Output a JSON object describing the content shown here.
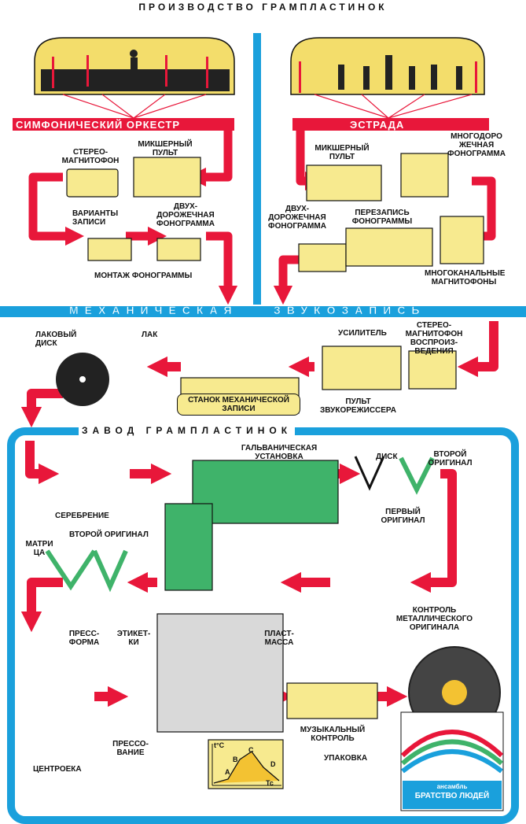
{
  "title": "ПРОИЗВОДСТВО ГРАМПЛАСТИНОК",
  "sections": {
    "symphonic": "СИМФОНИЧЕСКИЙ ОРКЕСТР",
    "estrada": "ЭСТРАДА",
    "mechanical_left": "МЕХАНИЧЕСКАЯ",
    "mechanical_right": "ЗВУКОЗАПИСЬ",
    "factory": "ЗАВОД ГРАМПЛАСТИНОК"
  },
  "labels": {
    "stereo_magnitofon": "СТЕРЕО-\nМАГНИТОФОН",
    "mixer_left": "МИКШЕРНЫЙ\nПУЛЬТ",
    "varianty": "ВАРИАНТЫ\nЗАПИСИ",
    "dvuh_left": "ДВУХ-\nДОРОЖЕЧНАЯ\nФОНОГРАММА",
    "montazh": "МОНТАЖ  ФОНОГРАММЫ",
    "mixer_right": "МИКШЕРНЫЙ\nПУЛЬТ",
    "mnogodor": "МНОГОДОРО\nЖЕЧНАЯ\nФОНОГРАММА",
    "dvuh_right": "ДВУХ-\nДОРОЖЕЧНАЯ\nФОНОГРАММА",
    "perezapis": "ПЕРЕЗАПИСЬ\nФОНОГРАММЫ",
    "mnogokanal": "МНОГОКАНАЛЬНЫЕ\nМАГНИТОФОНЫ",
    "lakovy_disk": "ЛАКОВЫЙ\nДИСК",
    "lak": "ЛАК",
    "usilitel": "УСИЛИТЕЛЬ",
    "stereo_vosproizv": "СТЕРЕО-\nМАГНИТОФОН\nВОСПРОИЗ-\nВЕДЕНИЯ",
    "stanok": "СТАНОК МЕХАНИЧЕСКОЙ\nЗАПИСИ",
    "pult_zvukorezh": "ПУЛЬТ\nЗВУКОРЕЖИССЕРА",
    "serebrenie": "СЕРЕБРЕНИЕ",
    "galvan": "ГАЛЬВАНИЧЕСКАЯ\nУСТАНОВКА",
    "disk": "ДИСК",
    "vtoroi_orig_top": "ВТОРОЙ\nОРИГИНАЛ",
    "pervy_orig": "ПЕРВЫЙ\nОРИГИНАЛ",
    "matrica": "МАТРИ\nЦА",
    "vtoroi_orig_mid": "ВТОРОЙ ОРИГИНАЛ",
    "kontrol_metal": "КОНТРОЛЬ\nМЕТАЛЛИЧЕСКОГО\nОРИГИНАЛА",
    "pressforma": "ПРЕСС-\nФОРМА",
    "etiketki": "ЭТИКЕТ-\nКИ",
    "plastmassa": "ПЛАСТ-\nМАССА",
    "centroeka": "ЦЕНТРОЕКА",
    "pressovanie": "ПРЕССО-\nВАНИЕ",
    "muz_kontrol": "МУЗЫКАЛЬНЫЙ\nКОНТРОЛЬ",
    "upakovka": "УПАКОВКА",
    "graph_tc_y": "t°C",
    "graph_tc_x": "Tc",
    "graph_a": "A",
    "graph_b": "B",
    "graph_c": "C",
    "graph_d": "D",
    "album_top": "ансамбль",
    "album_title": "БРАТСТВО ЛЮДЕЙ"
  },
  "colors": {
    "red": "#e8173a",
    "blue": "#1aa0dc",
    "yellow": "#f7ea8f",
    "green": "#3fb36a"
  }
}
